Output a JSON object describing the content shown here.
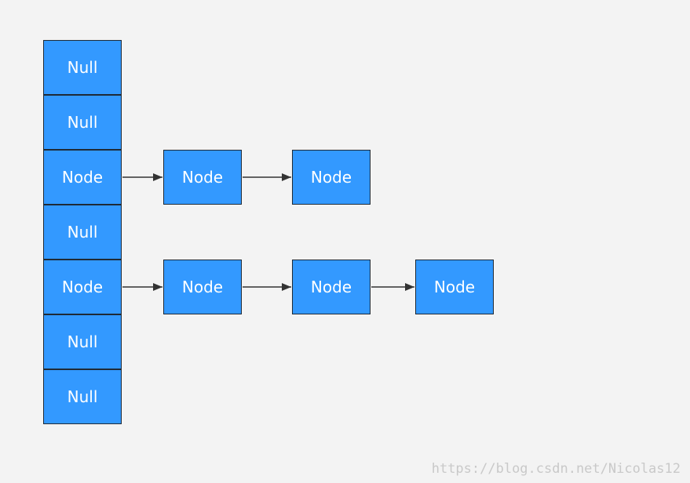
{
  "array": [
    {
      "label": "Null"
    },
    {
      "label": "Null"
    },
    {
      "label": "Node"
    },
    {
      "label": "Null"
    },
    {
      "label": "Node"
    },
    {
      "label": "Null"
    },
    {
      "label": "Null"
    }
  ],
  "chains": [
    {
      "from_index": 2,
      "nodes": [
        {
          "label": "Node"
        },
        {
          "label": "Node"
        }
      ]
    },
    {
      "from_index": 4,
      "nodes": [
        {
          "label": "Node"
        },
        {
          "label": "Node"
        },
        {
          "label": "Node"
        }
      ]
    }
  ],
  "colors": {
    "cell_fill": "#3399ff",
    "cell_border": "#1f2a36",
    "arrow": "#333333",
    "background": "#f3f3f3"
  },
  "watermark": "https://blog.csdn.net/Nicolas12"
}
